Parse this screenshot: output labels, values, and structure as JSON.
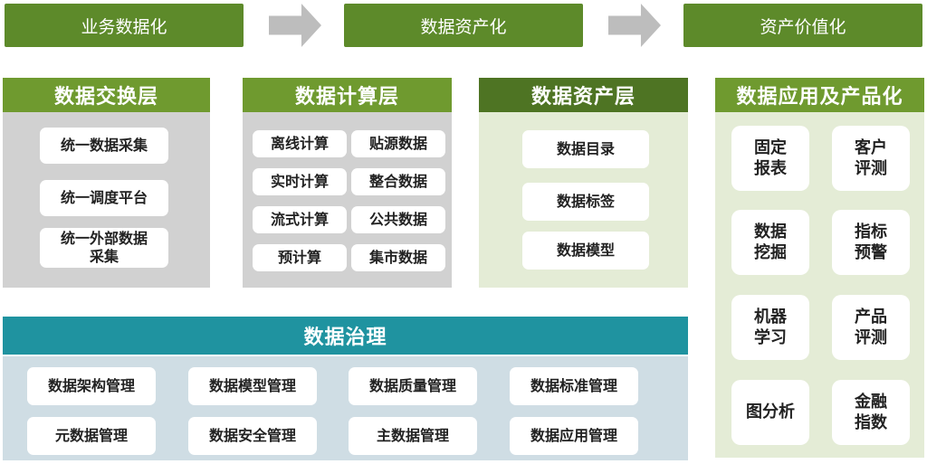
{
  "stages": [
    "业务数据化",
    "数据资产化",
    "资产价值化"
  ],
  "exchange_layer": {
    "title": "数据交换层",
    "items": [
      "统一数据采集",
      "统一调度平台",
      "统一外部数据\n采集"
    ]
  },
  "compute_layer": {
    "title": "数据计算层",
    "items": [
      "离线计算",
      "贴源数据",
      "实时计算",
      "整合数据",
      "流式计算",
      "公共数据",
      "预计算",
      "集市数据"
    ]
  },
  "asset_layer": {
    "title": "数据资产层",
    "items": [
      "数据目录",
      "数据标签",
      "数据模型"
    ]
  },
  "application_layer": {
    "title": "数据应用及产品化",
    "items": [
      "固定\n报表",
      "客户\n评测",
      "数据\n挖掘",
      "指标\n预警",
      "机器\n学习",
      "产品\n评测",
      "图分析",
      "金融\n指数"
    ]
  },
  "governance": {
    "title": "数据治理",
    "items": [
      "数据架构管理",
      "数据模型管理",
      "数据质量管理",
      "数据标准管理",
      "元数据管理",
      "数据安全管理",
      "主数据管理",
      "数据应用管理"
    ]
  },
  "colors": {
    "stage_green": "#5d8a2a",
    "layer_green": "#6f9a2f",
    "layer_dark_green": "#4e7423",
    "governance_teal": "#1f93a0",
    "arrow_gray": "#bdbdbd"
  }
}
